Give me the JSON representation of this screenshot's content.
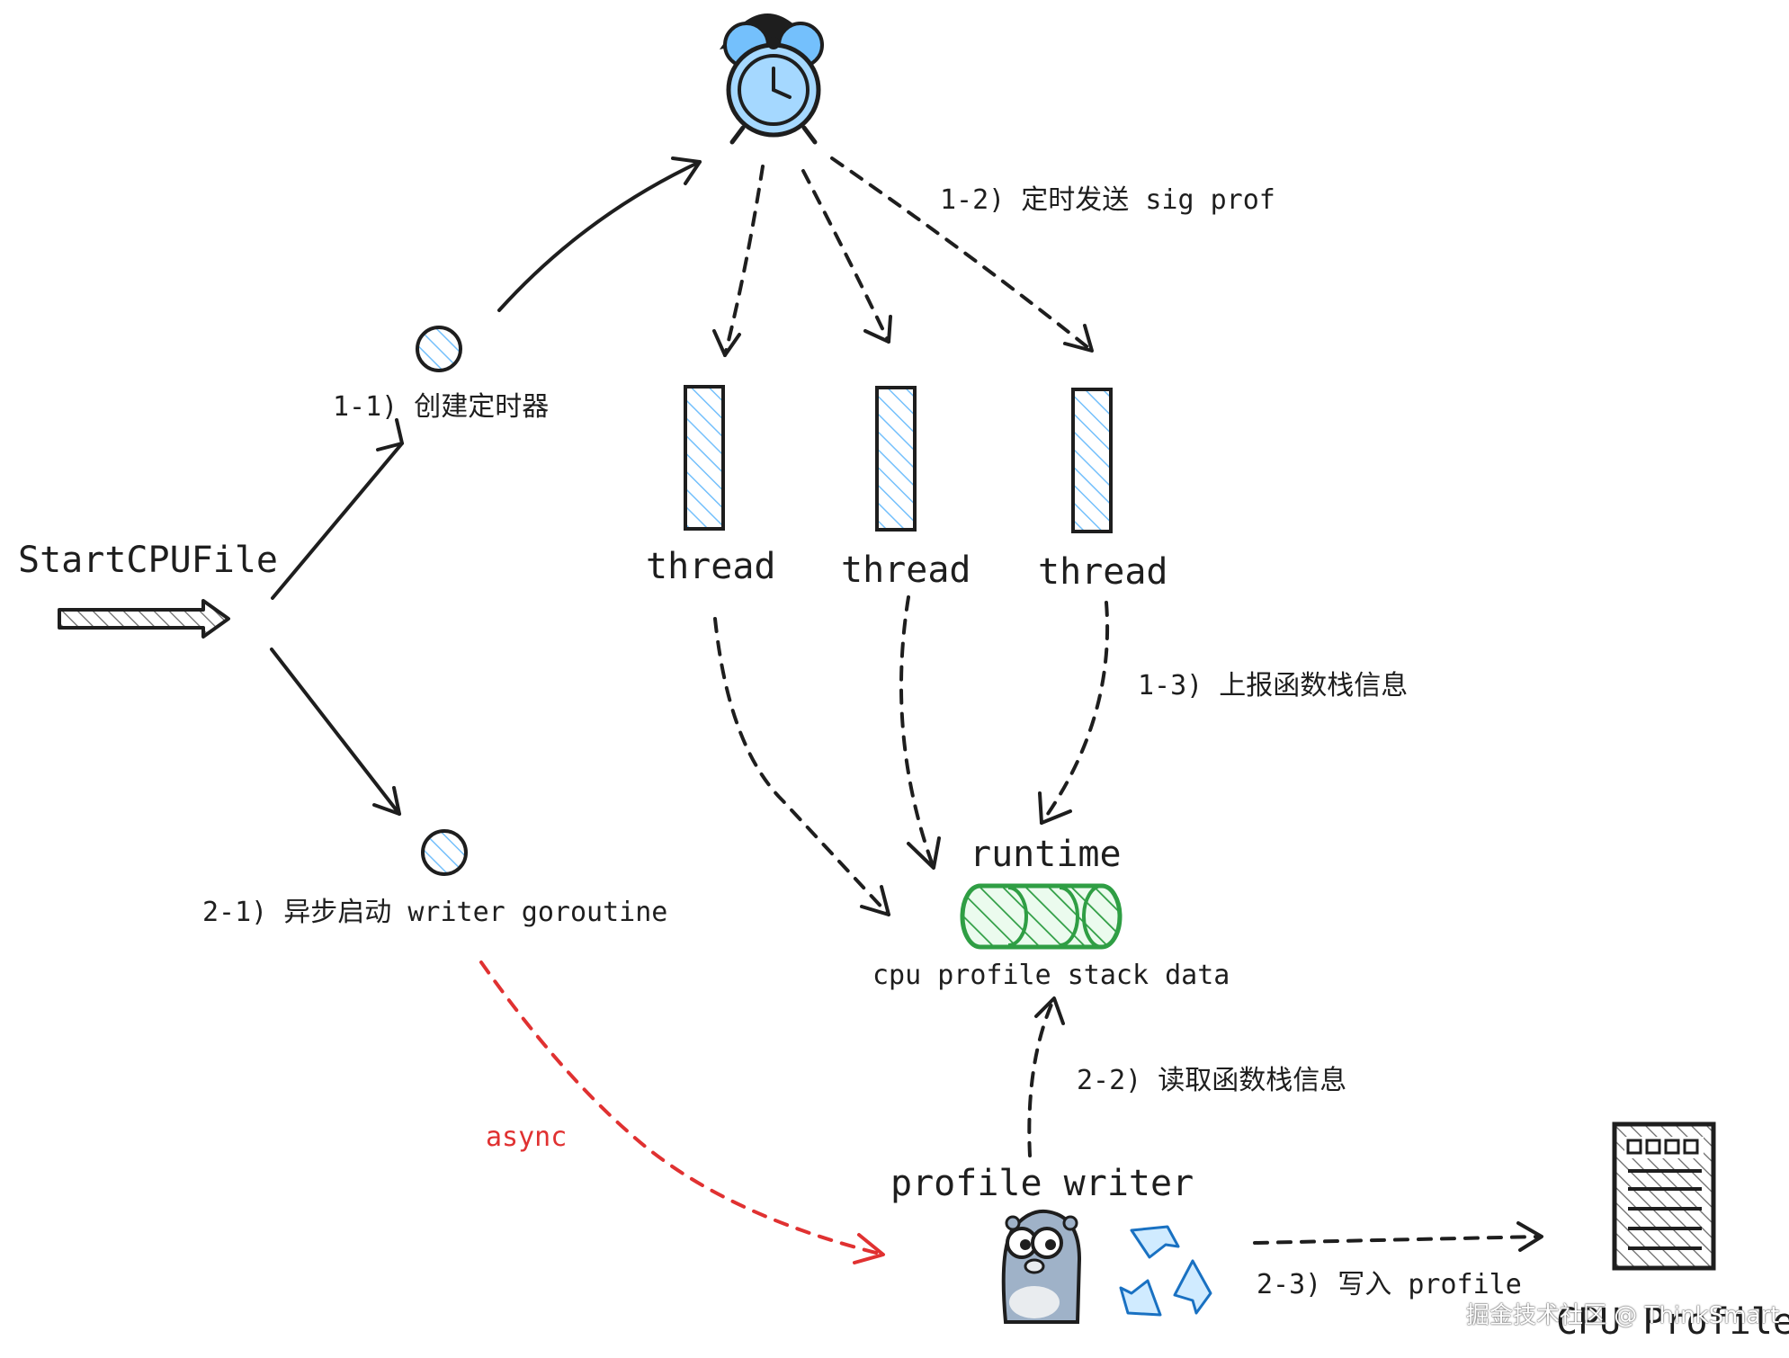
{
  "diagram": {
    "entry": {
      "label": "StartCPUFile"
    },
    "step_1_1": {
      "label": "1-1) 创建定时器"
    },
    "step_1_2": {
      "label": "1-2) 定时发送 sig prof"
    },
    "step_1_3": {
      "label": "1-3) 上报函数栈信息"
    },
    "step_2_1": {
      "label": "2-1) 异步启动 writer goroutine"
    },
    "step_2_2": {
      "label": "2-2) 读取函数栈信息"
    },
    "step_2_3": {
      "label": "2-3) 写入 profile"
    },
    "async": {
      "label": "async"
    },
    "threads": [
      {
        "label": "thread"
      },
      {
        "label": "thread"
      },
      {
        "label": "thread"
      }
    ],
    "runtime": {
      "label": "runtime",
      "buffer_label": "cpu profile stack data"
    },
    "writer": {
      "label": "profile writer"
    },
    "output": {
      "label": "CPU Profile"
    },
    "colors": {
      "ink": "#1e1e1e",
      "blue_fill": "#a5d8ff",
      "green": "#2f9e44",
      "green_fill": "#b2f2bb",
      "red": "#e03131",
      "recycle": "#1971c2"
    },
    "icons": [
      "alarm-clock-icon",
      "gopher-mascot-icon",
      "recycle-icon",
      "document-icon"
    ]
  },
  "watermark": {
    "text": "掘金技术社区 @ ThinkSmart"
  }
}
